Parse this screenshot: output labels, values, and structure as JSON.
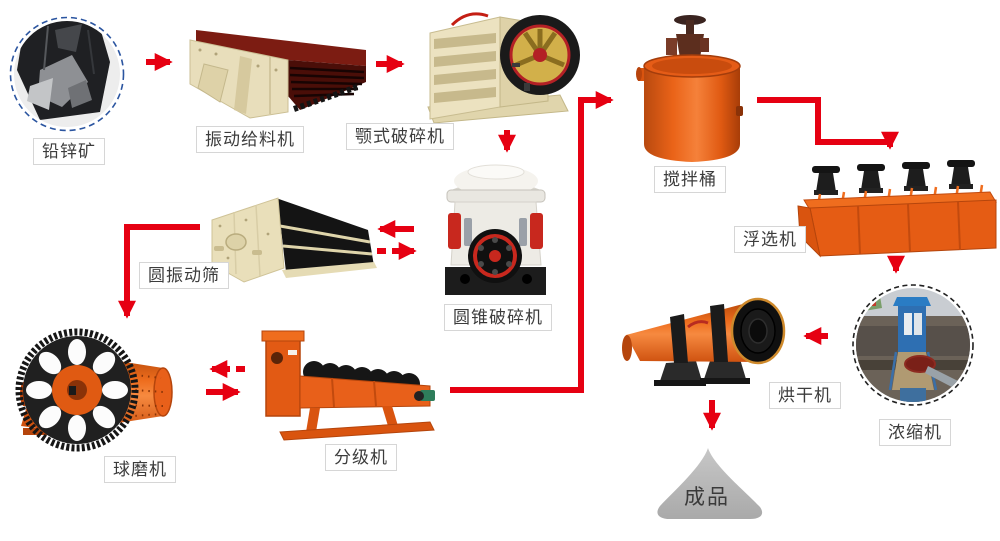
{
  "diagram": {
    "type": "process-flowchart",
    "nodes": [
      {
        "id": "ore",
        "label": "铅锌矿",
        "kind": "material-photo"
      },
      {
        "id": "vibrating-feeder",
        "label": "振动给料机",
        "kind": "equipment"
      },
      {
        "id": "jaw-crusher",
        "label": "颚式破碎机",
        "kind": "equipment"
      },
      {
        "id": "cone-crusher",
        "label": "圆锥破碎机",
        "kind": "equipment"
      },
      {
        "id": "circular-vibrating-screen",
        "label": "圆振动筛",
        "kind": "equipment"
      },
      {
        "id": "ball-mill",
        "label": "球磨机",
        "kind": "equipment"
      },
      {
        "id": "spiral-classifier",
        "label": "分级机",
        "kind": "equipment"
      },
      {
        "id": "mixing-barrel",
        "label": "搅拌桶",
        "kind": "equipment"
      },
      {
        "id": "flotation-machine",
        "label": "浮选机",
        "kind": "equipment"
      },
      {
        "id": "thickener",
        "label": "浓缩机",
        "kind": "equipment-photo"
      },
      {
        "id": "dryer",
        "label": "烘干机",
        "kind": "equipment"
      },
      {
        "id": "finished-product",
        "label": "成品",
        "kind": "output-pile"
      }
    ],
    "edges": [
      {
        "from": "ore",
        "to": "vibrating-feeder",
        "style": "solid"
      },
      {
        "from": "vibrating-feeder",
        "to": "jaw-crusher",
        "style": "solid"
      },
      {
        "from": "jaw-crusher",
        "to": "cone-crusher",
        "style": "solid"
      },
      {
        "from": "cone-crusher",
        "to": "circular-vibrating-screen",
        "style": "solid"
      },
      {
        "from": "circular-vibrating-screen",
        "to": "cone-crusher",
        "style": "dashed"
      },
      {
        "from": "circular-vibrating-screen",
        "to": "ball-mill",
        "style": "solid-elbow"
      },
      {
        "from": "spiral-classifier",
        "to": "ball-mill",
        "style": "dashed"
      },
      {
        "from": "ball-mill",
        "to": "spiral-classifier",
        "style": "solid"
      },
      {
        "from": "spiral-classifier",
        "to": "mixing-barrel",
        "style": "solid-elbow"
      },
      {
        "from": "mixing-barrel",
        "to": "flotation-machine",
        "style": "solid-stepped"
      },
      {
        "from": "flotation-machine",
        "to": "thickener",
        "style": "solid"
      },
      {
        "from": "thickener",
        "to": "dryer",
        "style": "solid"
      },
      {
        "from": "dryer",
        "to": "finished-product",
        "style": "solid"
      }
    ],
    "colors": {
      "arrow": "#e60012",
      "equipment_orange": "#e8601a",
      "equipment_beige": "#e8debb",
      "label_border": "#d6d6d6",
      "label_text": "#3c3c3c",
      "ore_ring_blue": "#2b55a0",
      "pile_gray": "#b5b5b5",
      "background": "#ffffff"
    }
  }
}
